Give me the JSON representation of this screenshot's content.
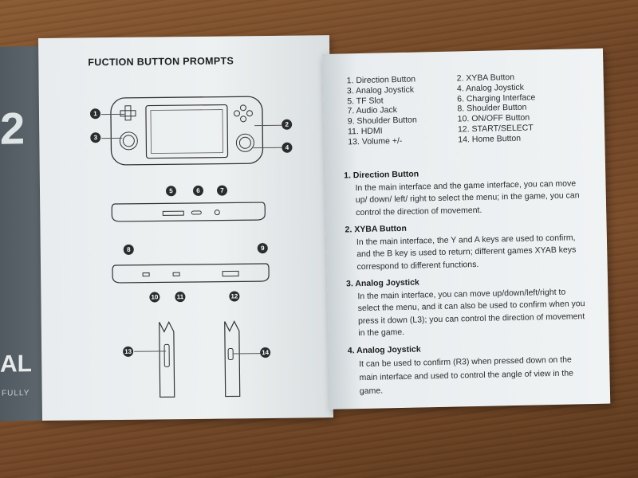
{
  "left_page": {
    "title": "FUCTION BUTTON PROMPTS",
    "callouts": [
      "1",
      "2",
      "3",
      "4",
      "5",
      "6",
      "7",
      "8",
      "9",
      "10",
      "11",
      "12",
      "13",
      "14"
    ]
  },
  "cover": {
    "big_text": "2",
    "word_fragment": "AL",
    "small_fragment": "FULLY"
  },
  "right_page": {
    "list_left": [
      "1. Direction Button",
      "3. Analog Joystick",
      "5. TF Slot",
      "7. Audio Jack",
      "9. Shoulder Button",
      "11. HDMI",
      "13. Volume +/-"
    ],
    "list_right": [
      "2. XYBA Button",
      "4. Analog Joystick",
      "6. Charging Interface",
      "8. Shoulder Button",
      "10. ON/OFF Button",
      "12. START/SELECT",
      "14. Home Button"
    ],
    "sections": [
      {
        "heading": "1. Direction Button",
        "body": "In the main interface and the game interface, you can move up/ down/ left/ right to select the menu; in the game, you can control the direction of movement."
      },
      {
        "heading": "2. XYBA Button",
        "body": "In the main interface, the Y and A keys are used to confirm, and the B key is used to return; different games XYAB keys correspond to different functions."
      },
      {
        "heading": "3. Analog Joystick",
        "body": "In the main interface, you can move up/down/left/right to select the menu, and it can also be used to confirm when you press it down (L3); you can control the direction of movement in the game."
      },
      {
        "heading": "4. Analog Joystick",
        "body": "It can be used to confirm (R3) when pressed down on the main interface and used to control the angle of view in the game."
      }
    ]
  }
}
